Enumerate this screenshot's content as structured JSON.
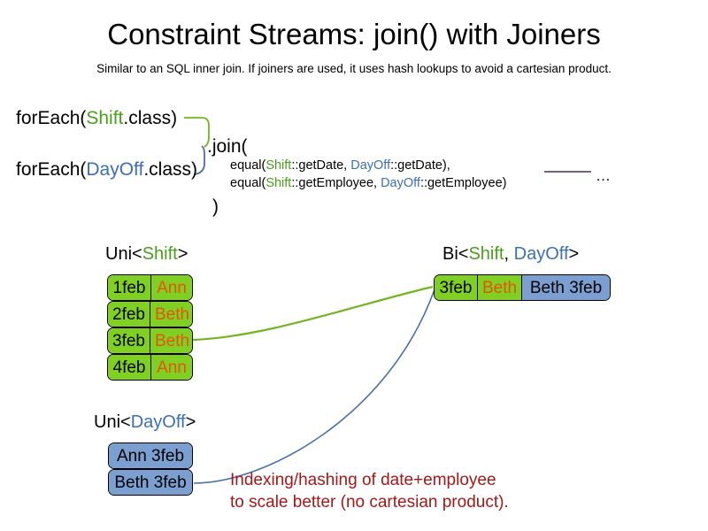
{
  "slide": {
    "title": "Constraint Streams: join() with Joiners",
    "subtitle": "Similar to an SQL inner join. If joiners are used, it uses hash lookups to avoid a cartesian product."
  },
  "colors": {
    "shift_green": "#4a9e1a",
    "dayoff_blue": "#3c6fb4",
    "box_green_fill": "#80d024",
    "box_blue_fill": "#7a9fd0",
    "name_orange": "#e8530e",
    "annotation_red": "#a51818",
    "connector_green": "#73b520",
    "connector_blue": "#4a6fa8",
    "rule_purple": "#6b4a6b"
  },
  "code": {
    "for_each_shift": {
      "prefix": "forEach(",
      "type": "Shift",
      "suffix": ".class)"
    },
    "for_each_dayoff": {
      "prefix": "forEach(",
      "type": "DayOff",
      "suffix": ".class)"
    },
    "join_open": ".join(",
    "joiner_1": {
      "fn_open": "equal(",
      "left_type": "Shift",
      "left_method": "::getDate, ",
      "right_type": "DayOff",
      "right_method": "::getDate),"
    },
    "joiner_2": {
      "fn_open": "equal(",
      "left_type": "Shift",
      "left_method": "::getEmployee, ",
      "right_type": "DayOff",
      "right_method": "::getEmployee)"
    },
    "join_close": ")",
    "ellipsis": "…"
  },
  "sections": {
    "uni_shift": {
      "prefix": "Uni<",
      "type": "Shift",
      "suffix": ">"
    },
    "bi": {
      "prefix": "Bi<",
      "type_a": "Shift",
      "separator": ", ",
      "type_b": "DayOff",
      "suffix": ">"
    },
    "uni_dayoff": {
      "prefix": "Uni<",
      "type": "DayOff",
      "suffix": ">"
    }
  },
  "shift_facts": [
    {
      "date": "1feb",
      "employee": "Ann"
    },
    {
      "date": "2feb",
      "employee": "Beth"
    },
    {
      "date": "3feb",
      "employee": "Beth"
    },
    {
      "date": "4feb",
      "employee": "Ann"
    }
  ],
  "dayoff_facts": [
    {
      "label": "Ann 3feb"
    },
    {
      "label": "Beth 3feb"
    }
  ],
  "bi_tuple": {
    "date": "3feb",
    "employee": "Beth",
    "dayoff": "Beth 3feb"
  },
  "annotation": {
    "line1": "Indexing/hashing of date+employee",
    "line2": "to scale better (no cartesian product)."
  }
}
